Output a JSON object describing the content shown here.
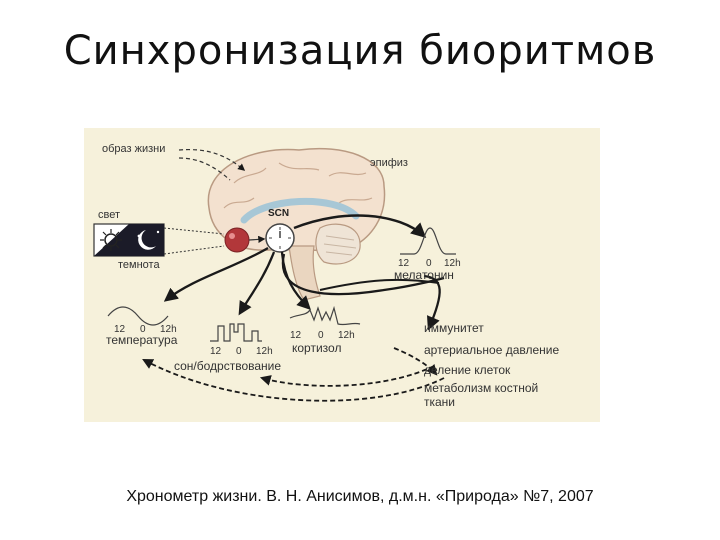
{
  "slide": {
    "title": "Синхронизация биоритмов",
    "caption": "Хронометр жизни. В. Н. Анисимов, д.м.н. «Природа» №7, 2007"
  },
  "diagram": {
    "lifestyle": "образ жизни",
    "epiphysis": "эпифиз",
    "light": "свет",
    "dark": "темнота",
    "scn": "SCN",
    "melatonin": "мелатонин",
    "temperature": "температура",
    "sleep_wake": "сон/бодрствование",
    "cortisol": "кортизол",
    "targets": [
      "иммунитет",
      "артериальное давление",
      "деление клеток",
      "метаболизм костной",
      "ткани"
    ],
    "ticks": [
      "12",
      "0",
      "12h"
    ]
  }
}
